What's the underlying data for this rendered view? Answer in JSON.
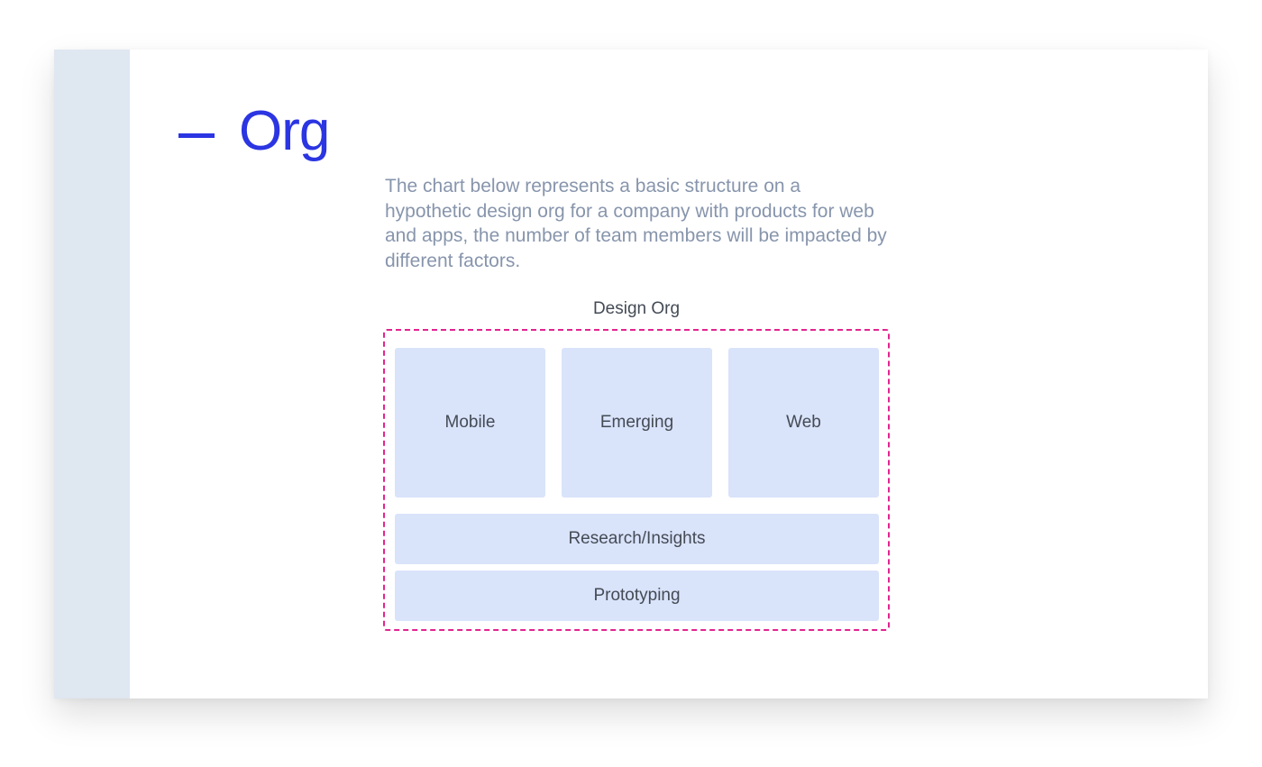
{
  "slide": {
    "title": "Org",
    "description": "The chart below represents a basic structure on a hypothetic design org for a company with products for web and apps, the number of team members will be impacted by different factors."
  },
  "org_chart": {
    "title": "Design Org",
    "units": [
      "Mobile",
      "Emerging",
      "Web"
    ],
    "shared_units": [
      "Research/Insights",
      "Prototyping"
    ]
  },
  "colors": {
    "accent": "#2b35e2",
    "border_dashed": "#e2248f",
    "unit_fill": "#d9e3fa",
    "side_band": "#dfe7f1",
    "body_text": "#8795ac"
  }
}
